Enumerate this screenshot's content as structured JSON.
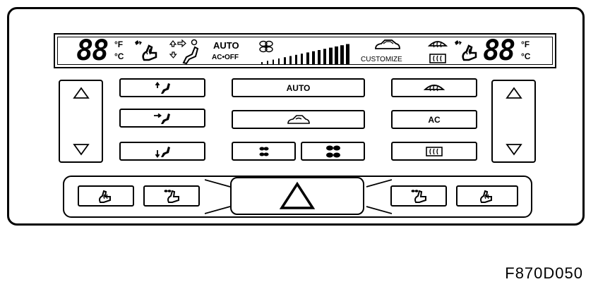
{
  "display": {
    "left_temp": "88",
    "right_temp": "88",
    "unit_f": "°F",
    "unit_c": "°C",
    "auto_label": "AUTO",
    "ac_off_label": "AC•OFF",
    "customize_label": "CUSTOMIZE"
  },
  "buttons": {
    "auto": "AUTO",
    "ac": "AC"
  },
  "caption": "F870D050",
  "icons": [
    "temp-up-arrow-icon",
    "temp-down-arrow-icon",
    "airflow-upper-icon",
    "airflow-middle-icon",
    "airflow-floor-icon",
    "car-recirculation-icon",
    "fan-low-icon",
    "fan-high-icon",
    "defrost-icon",
    "rear-defrost-icon",
    "seat-heat-icon",
    "seat-ventilation-icon",
    "hazard-triangle-icon"
  ]
}
